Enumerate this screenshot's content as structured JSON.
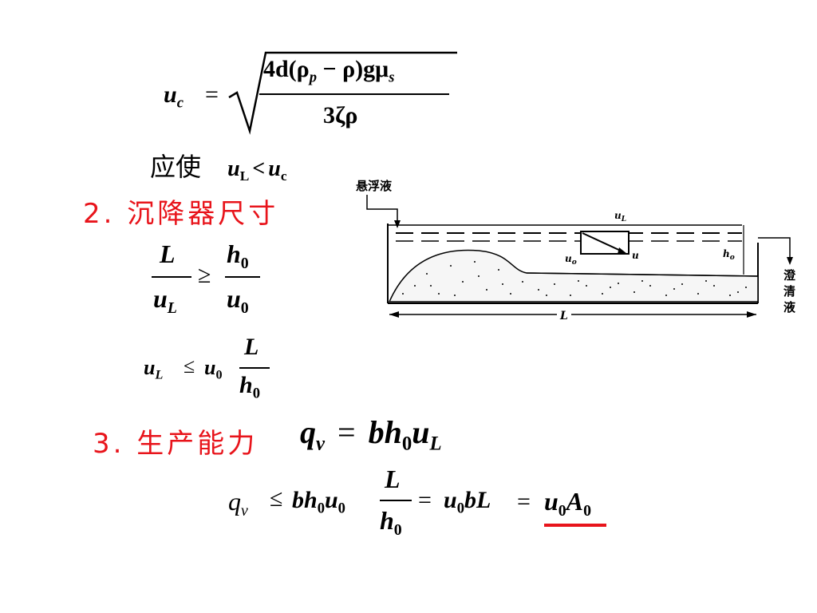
{
  "formula_uc": {
    "lhs": "u",
    "lhs_sub": "c",
    "eq": "=",
    "numerator": "4d(ρ",
    "num_sub": "p",
    "num_rest": " − ρ)gμ",
    "num_sub2": "s",
    "denominator": "3ζρ"
  },
  "condition": {
    "label": "应使",
    "left": "u",
    "left_sub": "L",
    "op": "<",
    "right": "u",
    "right_sub": "c"
  },
  "section2": {
    "title": "2. 沉降器尺寸"
  },
  "ineq1": {
    "l_num": "L",
    "l_den": "u",
    "l_den_sub": "L",
    "op": "≥",
    "r_num": "h",
    "r_num_sub": "0",
    "r_den": "u",
    "r_den_sub": "0"
  },
  "ineq2": {
    "lhs": "u",
    "lhs_sub": "L",
    "op": "≤",
    "mid": "u",
    "mid_sub": "0",
    "f_num": "L",
    "f_den": "h",
    "f_den_sub": "0"
  },
  "section3": {
    "title": "3. 生产能力"
  },
  "capacity": {
    "q": "q",
    "q_sub": "v",
    "eq": "=",
    "b": "bh",
    "b_sub": "0",
    "u": "u",
    "u_sub": "L"
  },
  "capacity2": {
    "q": "q",
    "q_sub": "v",
    "op": "≤",
    "part1": "bh",
    "p1_sub": "0",
    "part2": "u",
    "p2_sub": "0",
    "f_num": "L",
    "f_den": "h",
    "f_den_sub": "0",
    "eq1": "=",
    "mid": "u",
    "mid_sub": "0",
    "mid_rest": "bL",
    "eq2": "=",
    "end": "u",
    "end_sub": "0",
    "end_rest": "A",
    "end_sub2": "0"
  },
  "diagram": {
    "feed_label": "悬浮液",
    "outlet_label_1": "澄",
    "outlet_label_2": "清",
    "outlet_label_3": "液",
    "uL": "u",
    "uL_sub": "L",
    "u0": "u",
    "u0_sub": "o",
    "u": "u",
    "h0": "h",
    "h0_sub": "o",
    "L": "L"
  },
  "colors": {
    "heading": "#e8141b",
    "underline": "#e8141b",
    "text": "#000000"
  }
}
